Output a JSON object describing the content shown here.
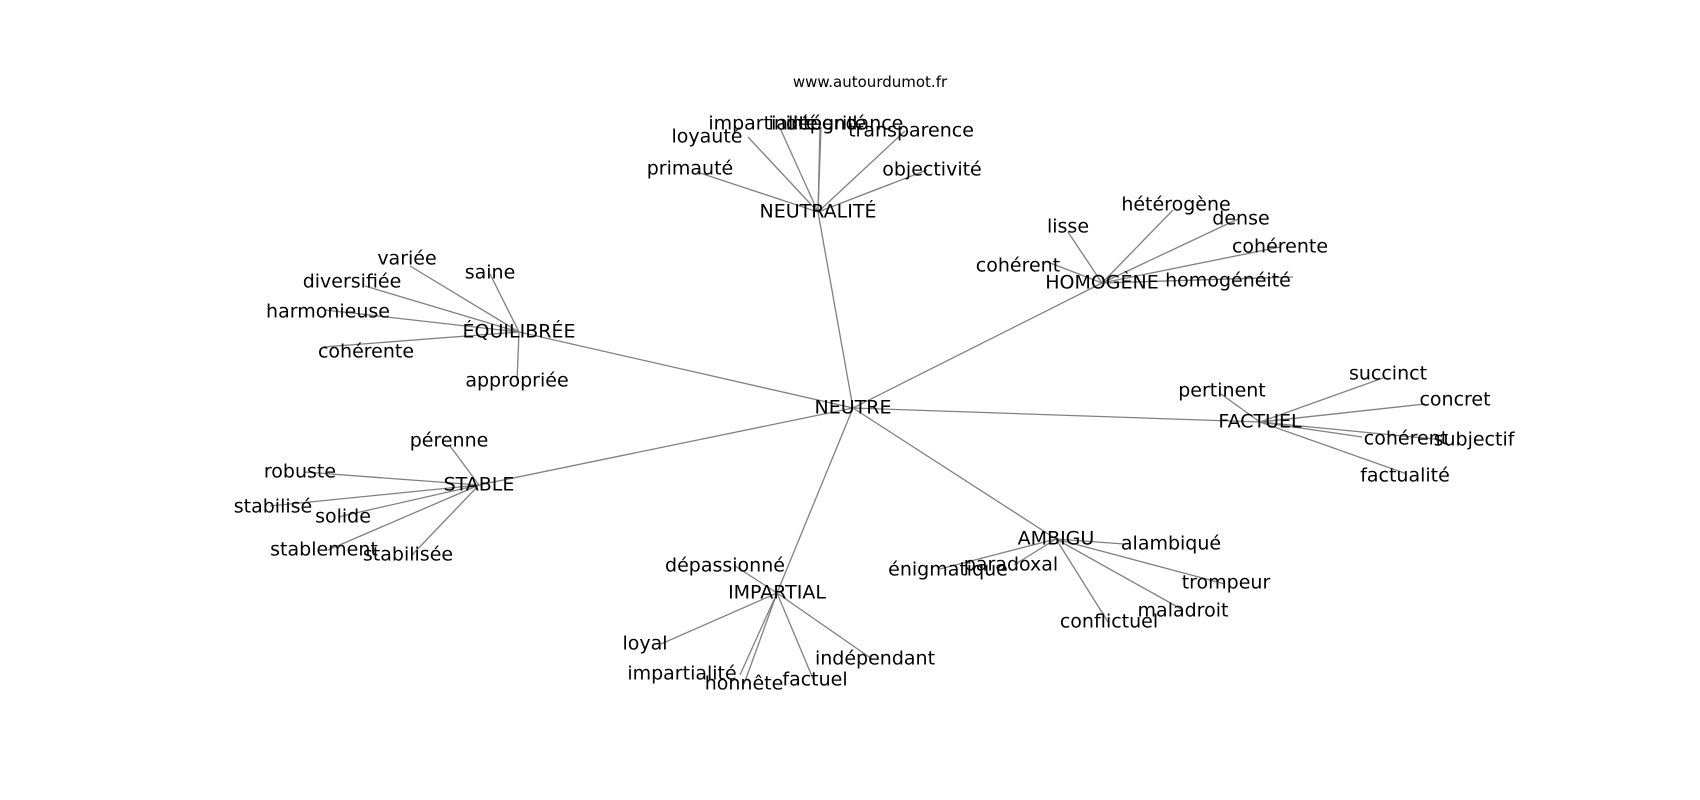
{
  "source_label": "www.autourdumot.fr",
  "center": "NEUTRE",
  "hubs": [
    {
      "label": "NEUTRALITÉ",
      "leaves": [
        "primauté",
        "loyauté",
        "impartialité",
        "intégrité",
        "indépendance",
        "transparence",
        "objectivité"
      ]
    },
    {
      "label": "HOMOGÈNE",
      "leaves": [
        "lisse",
        "hétérogène",
        "dense",
        "cohérent",
        "cohérente",
        "homogénéité"
      ]
    },
    {
      "label": "ÉQUILIBRÉE",
      "leaves": [
        "variée",
        "saine",
        "diversifiée",
        "harmonieuse",
        "cohérente",
        "appropriée"
      ]
    },
    {
      "label": "FACTUEL",
      "leaves": [
        "pertinent",
        "succinct",
        "concret",
        "cohérent",
        "subjectif",
        "factualité"
      ]
    },
    {
      "label": "STABLE",
      "leaves": [
        "pérenne",
        "robuste",
        "stabilisé",
        "solide",
        "stablement",
        "stabilisée"
      ]
    },
    {
      "label": "AMBIGU",
      "leaves": [
        "énigmatique",
        "paradoxal",
        "alambiqué",
        "trompeur",
        "maladroit",
        "conflictuel"
      ]
    },
    {
      "label": "IMPARTIAL",
      "leaves": [
        "dépassionné",
        "loyal",
        "impartialité",
        "honnête",
        "factuel",
        "indépendant"
      ]
    }
  ]
}
